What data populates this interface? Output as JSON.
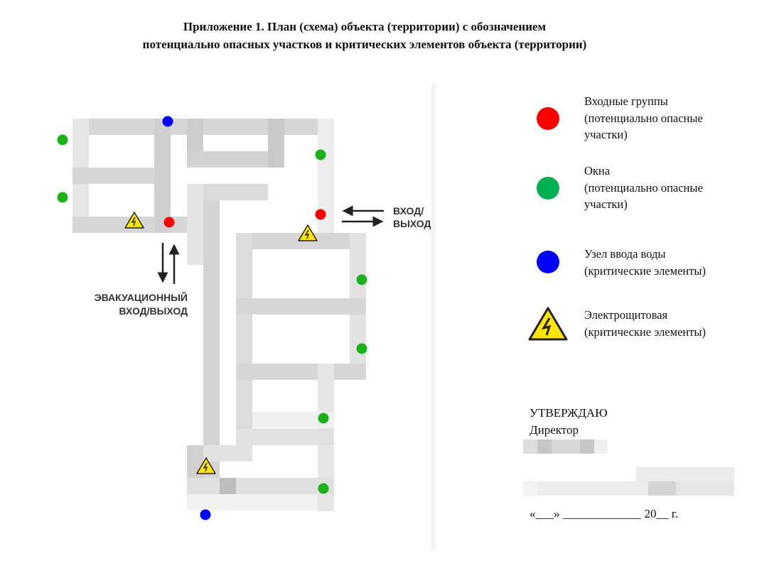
{
  "title": {
    "line1": "Приложение 1. План (схема) объекта (территории) с обозначением",
    "line2": "потенциально опасных участков и критических элементов объекта (территории)"
  },
  "plan": {
    "entrance_label": [
      "ВХОД/",
      "ВЫХОД"
    ],
    "evac_label": [
      "ЭВАКУАЦИОННЫЙ",
      "ВХОД/ВЫХОД"
    ]
  },
  "legend": [
    {
      "icon": "red-dot-icon",
      "color": "#ff0000",
      "lines": [
        "Входные группы",
        "(потенциально опасные",
        "участки)"
      ]
    },
    {
      "icon": "green-dot-icon",
      "color": "#00b050",
      "lines": [
        "Окна",
        "(потенциально опасные",
        "участки)"
      ]
    },
    {
      "icon": "blue-dot-icon",
      "color": "#0000ff",
      "lines": [
        "Узел ввода воды",
        "(критические элементы)"
      ]
    },
    {
      "icon": "electric-warning-icon",
      "color": "#ffe600",
      "lines": [
        "Электрощитовая",
        "(критические элементы)"
      ]
    }
  ],
  "approval": {
    "approve": "УТВЕРЖДАЮ",
    "position": "Директор",
    "date_line": "«___» _____________ 20__ г."
  }
}
